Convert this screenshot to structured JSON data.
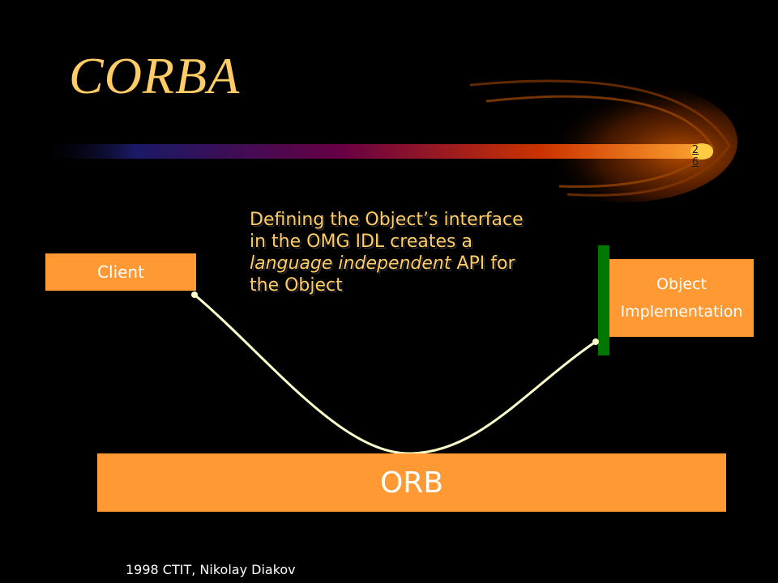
{
  "slide": {
    "title": "CORBA",
    "slide_number_line1": "2",
    "slide_number_line2": "6",
    "callout": {
      "line1": "Defining the Object’s interface",
      "line2": "in the OMG IDL creates a",
      "line3_italic": "language independent",
      "line3_rest": " API for",
      "line4": "the Object"
    },
    "client_label": "Client",
    "object_label_line1": "Object",
    "object_label_line2": "Implementation",
    "orb_label": "ORB",
    "footer": "1998 CTIT, Nikolay Diakov"
  },
  "colors": {
    "background": "#000000",
    "title": "#FFCC66",
    "box_fill": "#FF9933",
    "skeleton": "#007700",
    "connector": "#FFFFCC"
  }
}
